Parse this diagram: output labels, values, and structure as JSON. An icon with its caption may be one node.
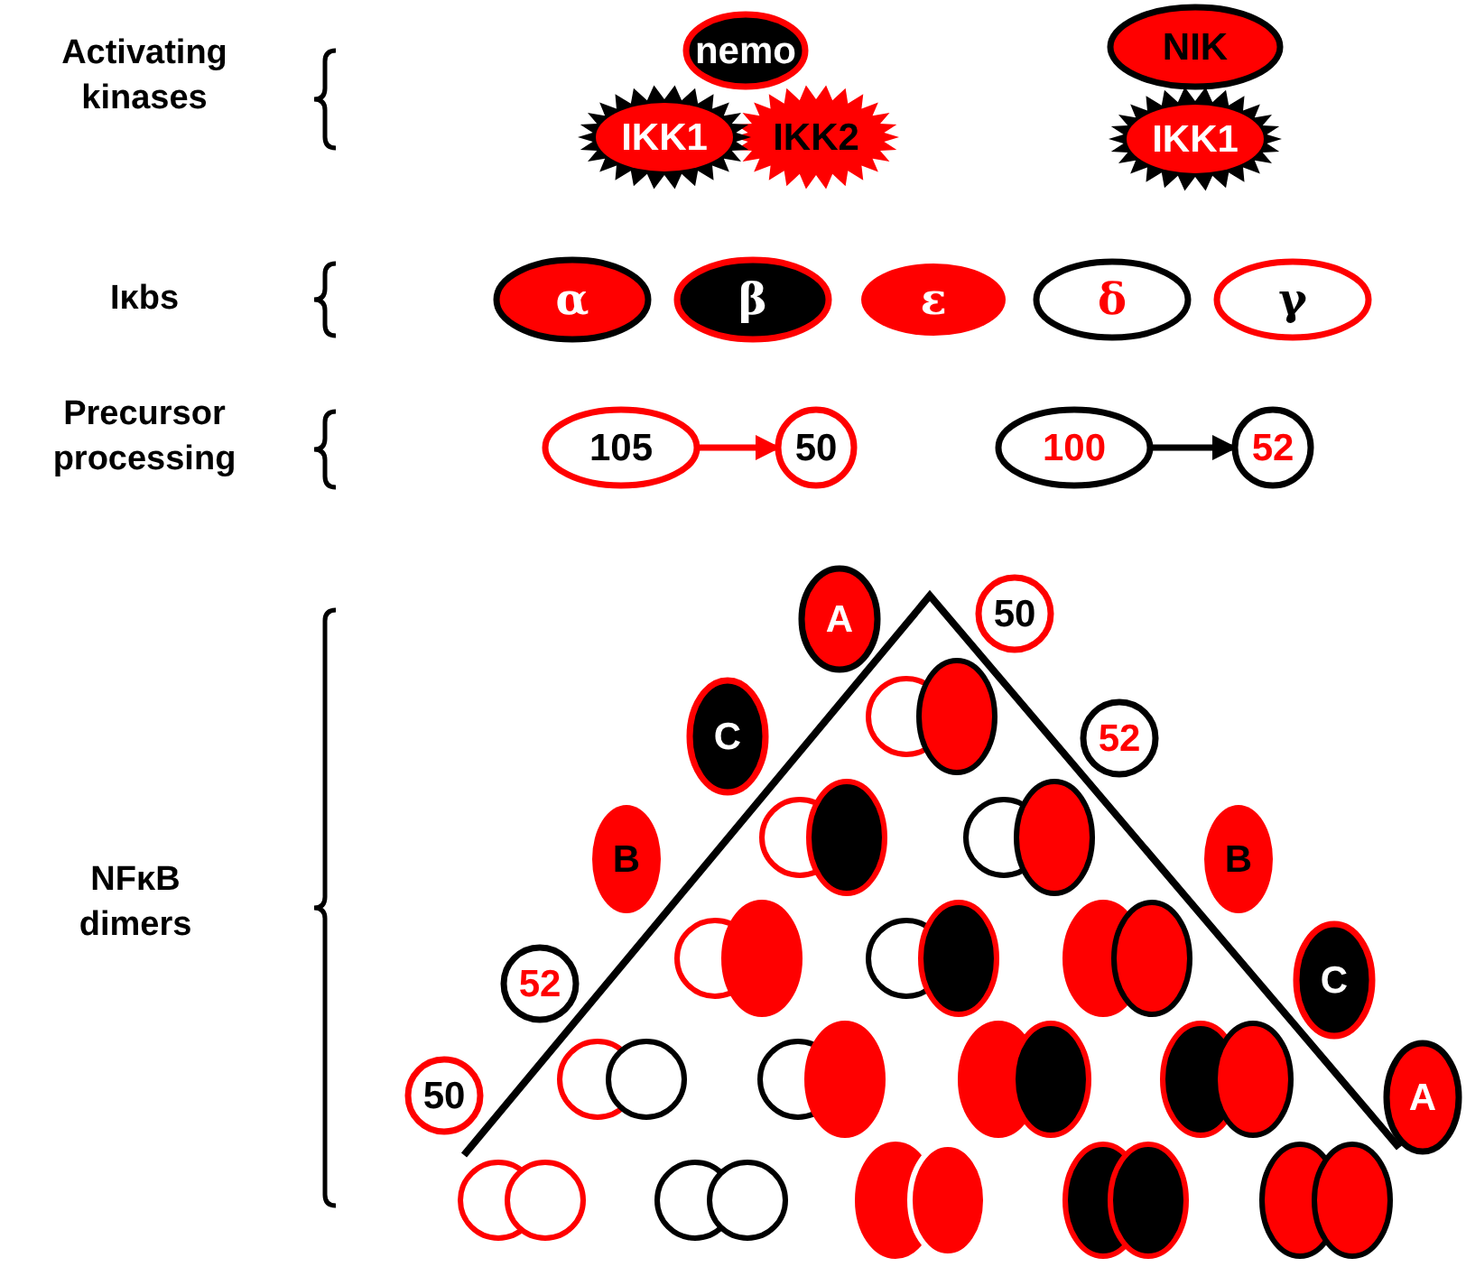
{
  "diagram": {
    "nodes": [
      {
        "text": [
          "nemo"
        ]
      },
      {
        "text": [
          "NIK"
        ]
      },
      {
        "text": [
          "IKK1"
        ]
      },
      {
        "text": [
          "IKK2"
        ]
      },
      {
        "text": [
          "IKK1"
        ]
      },
      {
        "text": [
          "α"
        ]
      },
      {
        "text": [
          "β"
        ]
      },
      {
        "text": [
          "ε"
        ]
      },
      {
        "text": [
          "δ"
        ]
      },
      {
        "text": [
          "γ"
        ]
      },
      {
        "text": [
          "105"
        ]
      },
      {
        "text": [
          "50"
        ]
      },
      {
        "text": [
          "100"
        ]
      },
      {
        "text": [
          "52"
        ]
      },
      {
        "text": [
          "A"
        ]
      },
      {
        "text": [
          "50"
        ]
      },
      {
        "text": [
          "C"
        ]
      },
      {
        "text": [
          "52"
        ]
      },
      {
        "text": [
          "B"
        ]
      },
      {
        "text": [
          "B"
        ]
      },
      {
        "text": [
          "52"
        ]
      },
      {
        "text": [
          "C"
        ]
      },
      {
        "text": [
          "50"
        ]
      },
      {
        "text": [
          "A"
        ]
      }
    ],
    "edges": [
      {
        "from": 10,
        "to": 11,
        "arrow": "to",
        "color": "#ff0000"
      },
      {
        "from": 12,
        "to": 13,
        "arrow": "to",
        "color": "#000000"
      }
    ],
    "labels": [
      "Activating kinases",
      "Iκbs",
      "Precursor processing",
      "NFκB dimers"
    ]
  }
}
